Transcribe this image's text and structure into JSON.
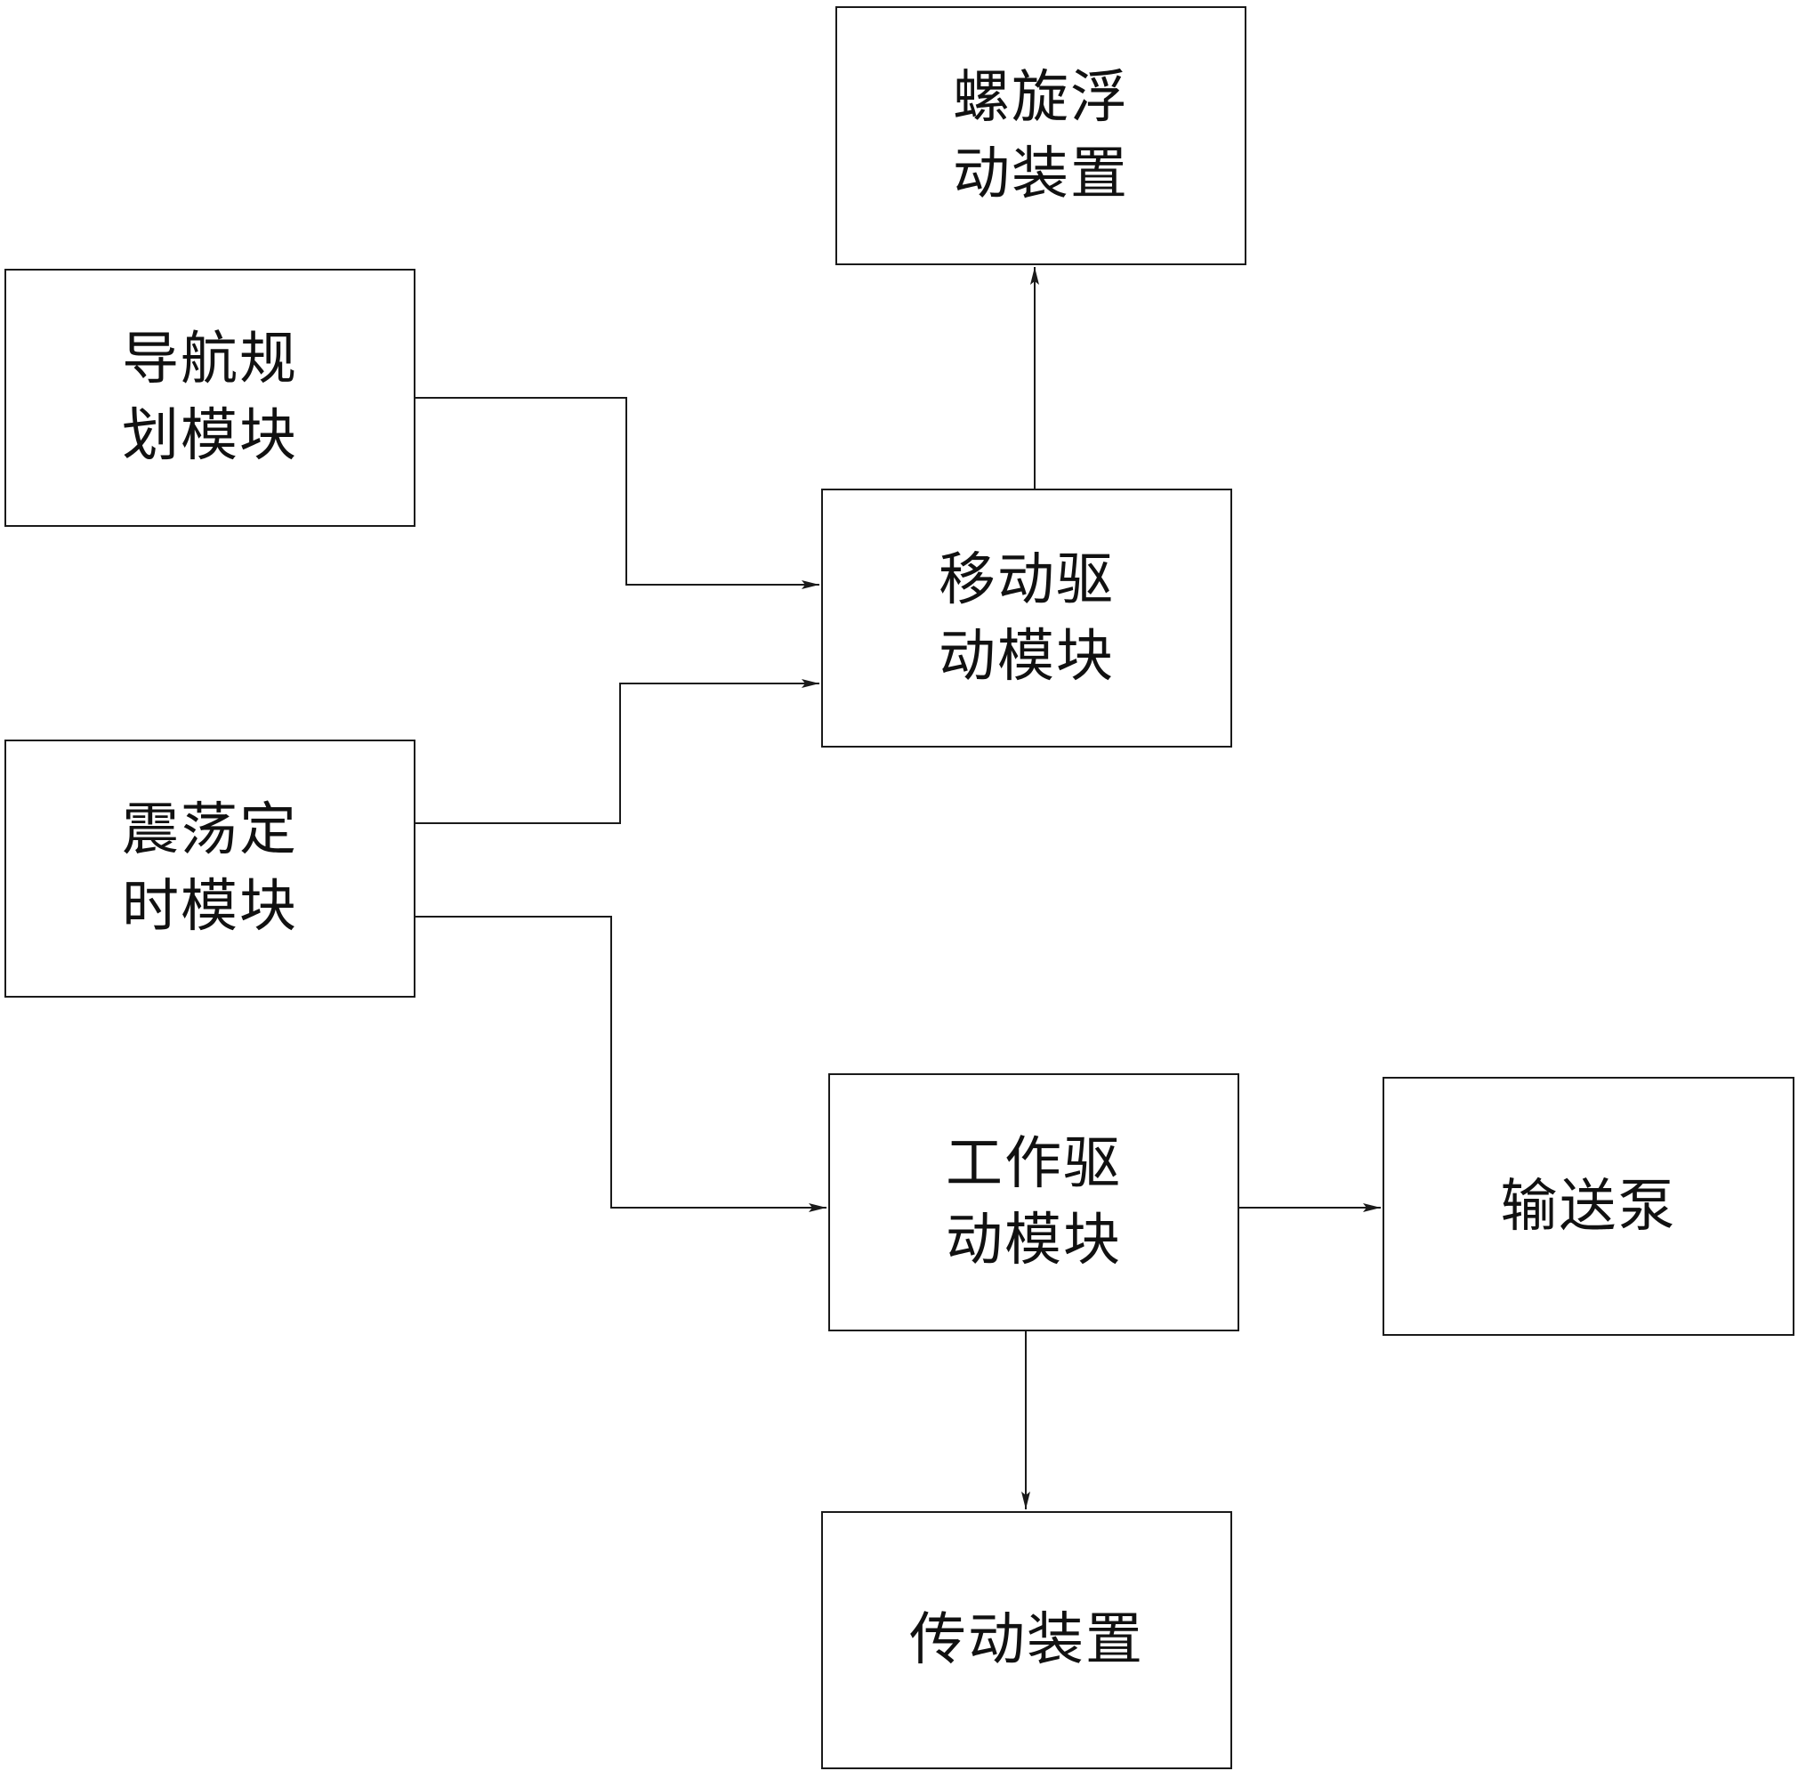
{
  "nodes": {
    "spiral_float_device": {
      "lines": [
        "螺旋浮",
        "动装置"
      ]
    },
    "navigation_planning_module": {
      "lines": [
        "导航规",
        "划模块"
      ]
    },
    "movement_drive_module": {
      "lines": [
        "移动驱",
        "动模块"
      ]
    },
    "oscillation_timing_module": {
      "lines": [
        "震荡定",
        "时模块"
      ]
    },
    "work_drive_module": {
      "lines": [
        "工作驱",
        "动模块"
      ]
    },
    "delivery_pump": {
      "lines": [
        "输送泵"
      ]
    },
    "transmission_device": {
      "lines": [
        "传动装置"
      ]
    }
  },
  "edges": [
    {
      "from": "navigation_planning_module",
      "to": "movement_drive_module"
    },
    {
      "from": "oscillation_timing_module",
      "to": "movement_drive_module"
    },
    {
      "from": "movement_drive_module",
      "to": "spiral_float_device"
    },
    {
      "from": "oscillation_timing_module",
      "to": "work_drive_module"
    },
    {
      "from": "work_drive_module",
      "to": "delivery_pump"
    },
    {
      "from": "work_drive_module",
      "to": "transmission_device"
    }
  ],
  "colors": {
    "stroke": "#1a1a1a",
    "text": "#111111",
    "background": "#ffffff"
  }
}
